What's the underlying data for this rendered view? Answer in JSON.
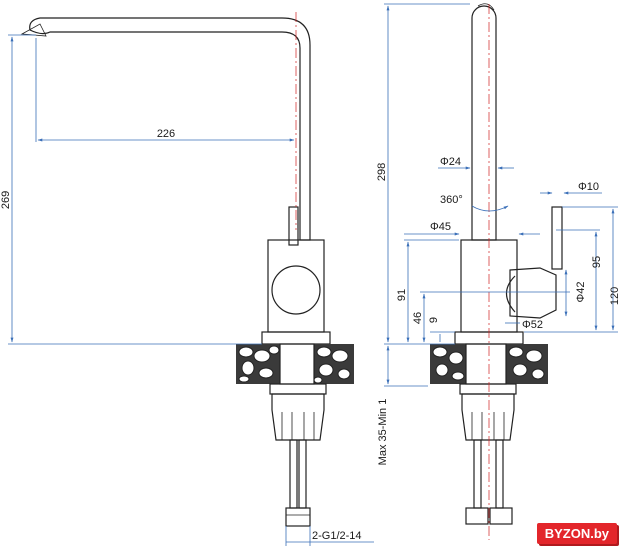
{
  "dimensions": {
    "left_view": {
      "spout_reach": "226",
      "total_height": "269",
      "thread": "2-G1/2-14"
    },
    "right_view": {
      "total_height": "298",
      "diam_24": "Φ24",
      "rotation": "360°",
      "diam_10": "Φ10",
      "diam_45": "Φ45",
      "h_95": "95",
      "h_120": "120",
      "h_91": "91",
      "diam_42": "Φ42",
      "h_46": "46",
      "h_9": "9",
      "diam_52": "Φ52",
      "mounting": "Max 35-Min 1"
    }
  },
  "brand": {
    "logo_text": "BYZON.by",
    "accent_color": "#e3262b"
  }
}
